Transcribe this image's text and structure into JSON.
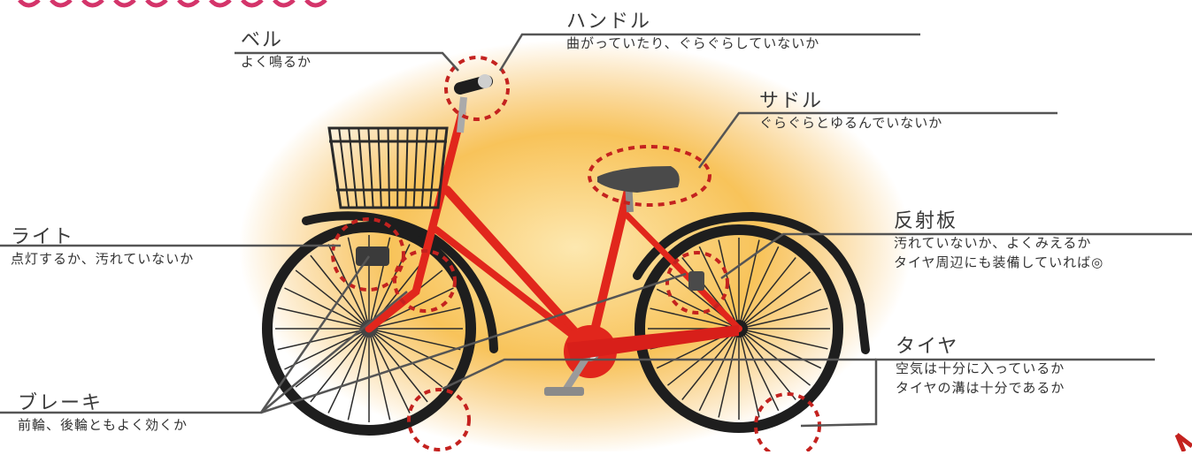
{
  "colors": {
    "glow": "#f6b445",
    "frame": "#e1261c",
    "tire": "#1e1e1e",
    "spoke": "#2c2c2c",
    "saddle": "#4a4a4a",
    "leader_line": "#555555",
    "marker": "#c4221f"
  },
  "callouts": {
    "bell": {
      "title": "ベル",
      "desc": [
        "よく鳴るか"
      ]
    },
    "handle": {
      "title": "ハンドル",
      "desc": [
        "曲がっていたり、ぐらぐらしていないか"
      ]
    },
    "saddle": {
      "title": "サドル",
      "desc": [
        "ぐらぐらとゆるんでいないか"
      ]
    },
    "light": {
      "title": "ライト",
      "desc": [
        "点灯するか、汚れていないか"
      ]
    },
    "reflector": {
      "title": "反射板",
      "desc": [
        "汚れていないか、よくみえるか",
        "タイヤ周辺にも装備していれば◎"
      ]
    },
    "tire": {
      "title": "タイヤ",
      "desc": [
        "空気は十分に入っているか",
        "タイヤの溝は十分であるか"
      ]
    },
    "brake": {
      "title": "ブレーキ",
      "desc": [
        "前輪、後輪ともよく効くか"
      ]
    }
  },
  "icons": {
    "bicycle": "bicycle-icon",
    "check_circle": "dashed-circle-marker"
  }
}
